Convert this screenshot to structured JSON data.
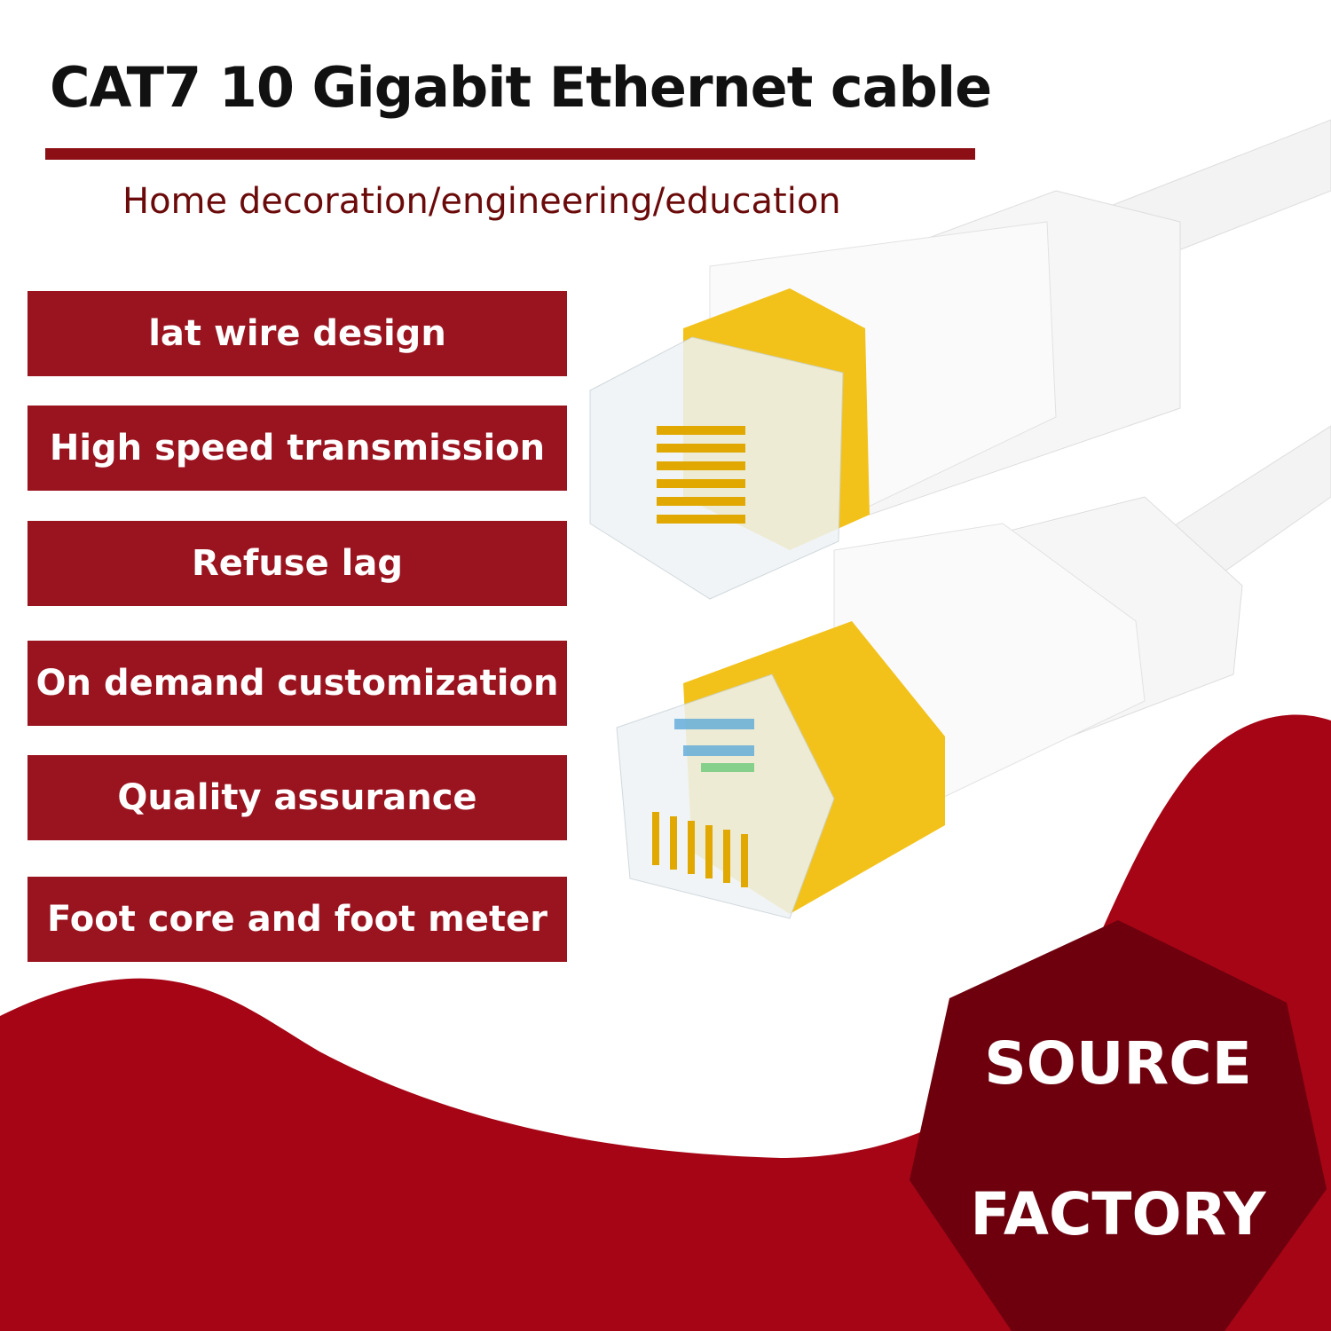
{
  "header": {
    "title": "CAT7 10 Gigabit Ethernet cable",
    "subtitle": "Home decoration/engineering/education"
  },
  "features": [
    "lat wire design",
    "High speed transmission",
    "Refuse lag",
    "On demand customization",
    "Quality assurance",
    "Foot core and foot meter"
  ],
  "badge": {
    "line1": "SOURCE",
    "line2": "FACTORY"
  },
  "colors": {
    "feature_bg": "#9a1420",
    "wave": "#a50515",
    "hexagon": "#6e000e",
    "rule": "#8b0f14",
    "gold": "#f2c21b"
  }
}
